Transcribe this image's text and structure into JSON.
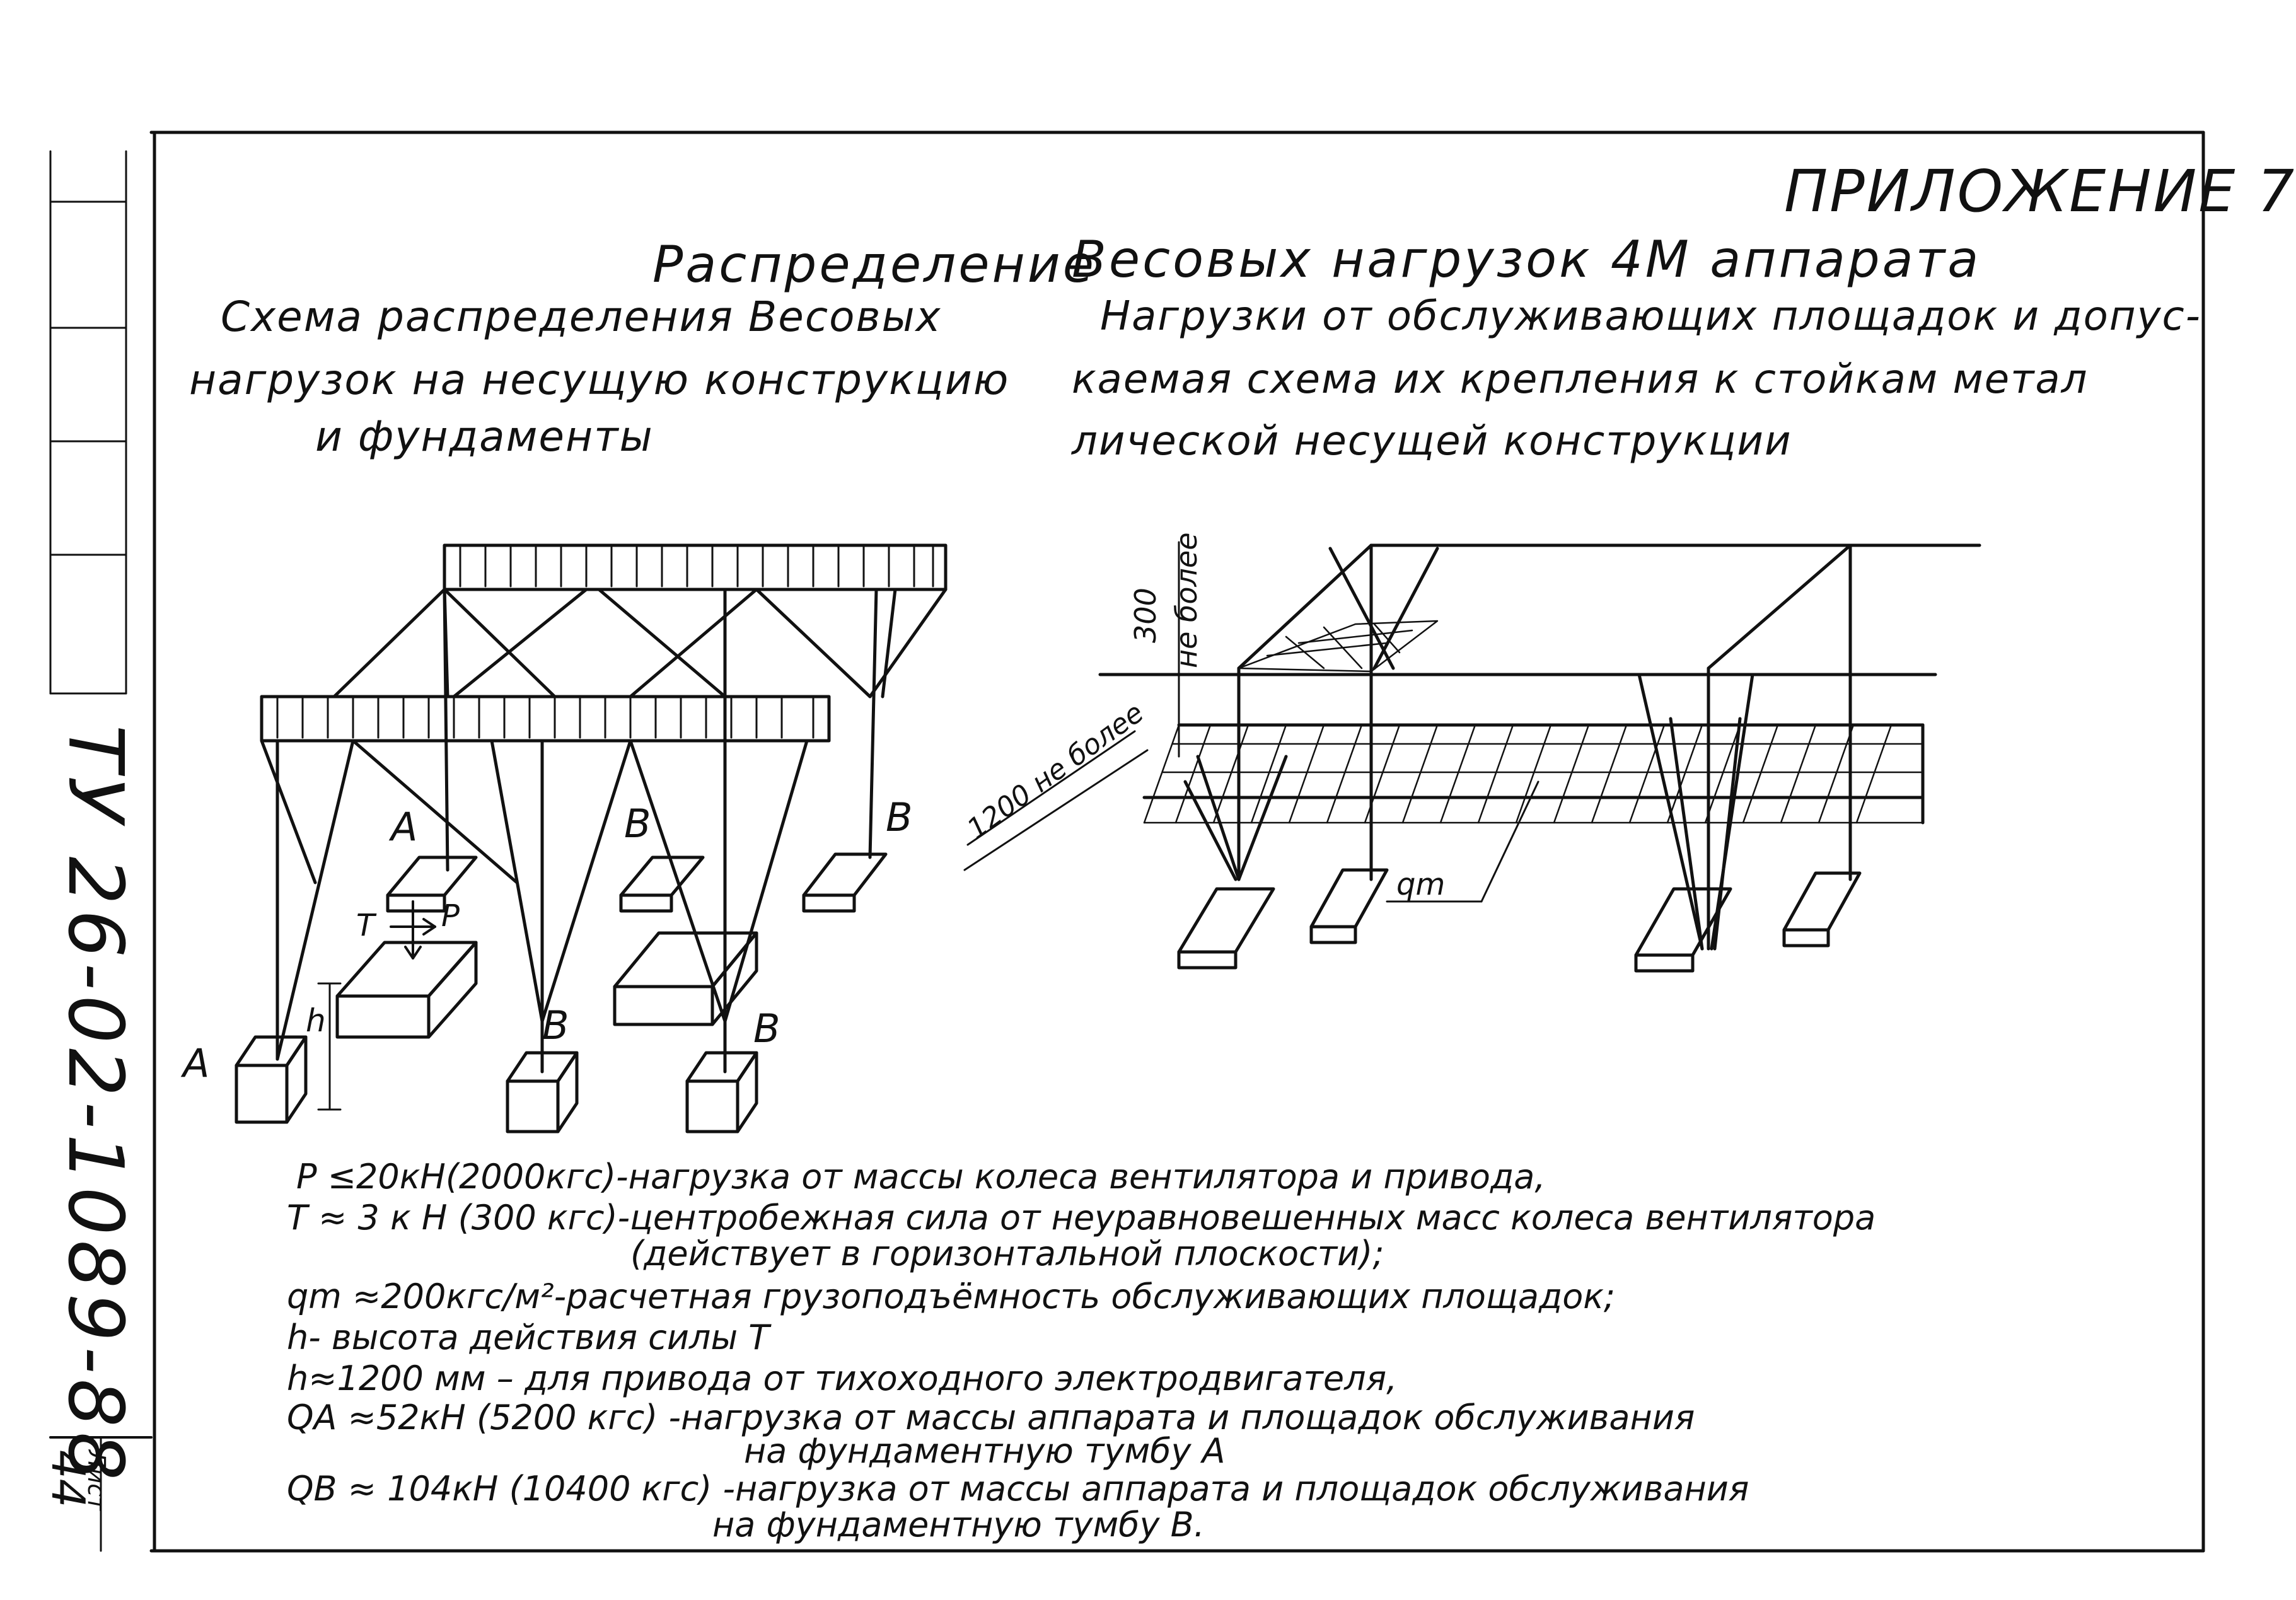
{
  "header": {
    "appendix": "ПРИЛОЖЕНИЕ 7",
    "title_part1": "Распределение",
    "title_part2": "Весовых нагрузок 4М аппарата"
  },
  "left_caption": {
    "line1": "Схема распределения Весовых",
    "line2": "нагрузок на несущую конструкцию",
    "line3": "и фундаменты"
  },
  "right_caption": {
    "line1": "Нагрузки от обслуживающих площадок и допус-",
    "line2": "каемая схема их крепления к стойкам метал",
    "line3": "лической несущей конструкции"
  },
  "diagram_labels": {
    "A": "A",
    "B": "B",
    "T": "T",
    "P": "P",
    "h": "h",
    "dim_300": "300",
    "dim_300_note": "не более",
    "dim_1200": "1200 не более",
    "qm": "qm"
  },
  "notes": [
    "P ≤20кН(2000кгс)-нагрузка от массы колеса вентилятора и привода,",
    "T ≈ 3 к Н (300 кгс)-центробежная сила от неуравновешенных масс колеса вентилятора",
    "(действует в горизонтальной плоскости);",
    "qm ≈200кгс/м²-расчетная грузоподъёмность обслуживающих площадок;",
    "h- высота действия силы T",
    "h≈1200 мм – для привода от тихоходного электродвигателя,",
    "QA ≈52кН (5200 кгс) -нагрузка от массы аппарата и площадок обслуживания",
    "на фундаментную тумбу А",
    "QB ≈ 104кН (10400 кгс) -нагрузка от массы аппарата и площадок обслуживания",
    "на фундаментную тумбу В."
  ],
  "side_stamp": {
    "doc_code": "ТУ 26-02-1089-88",
    "sheet_label": "Лист",
    "sheet_number": "44"
  }
}
